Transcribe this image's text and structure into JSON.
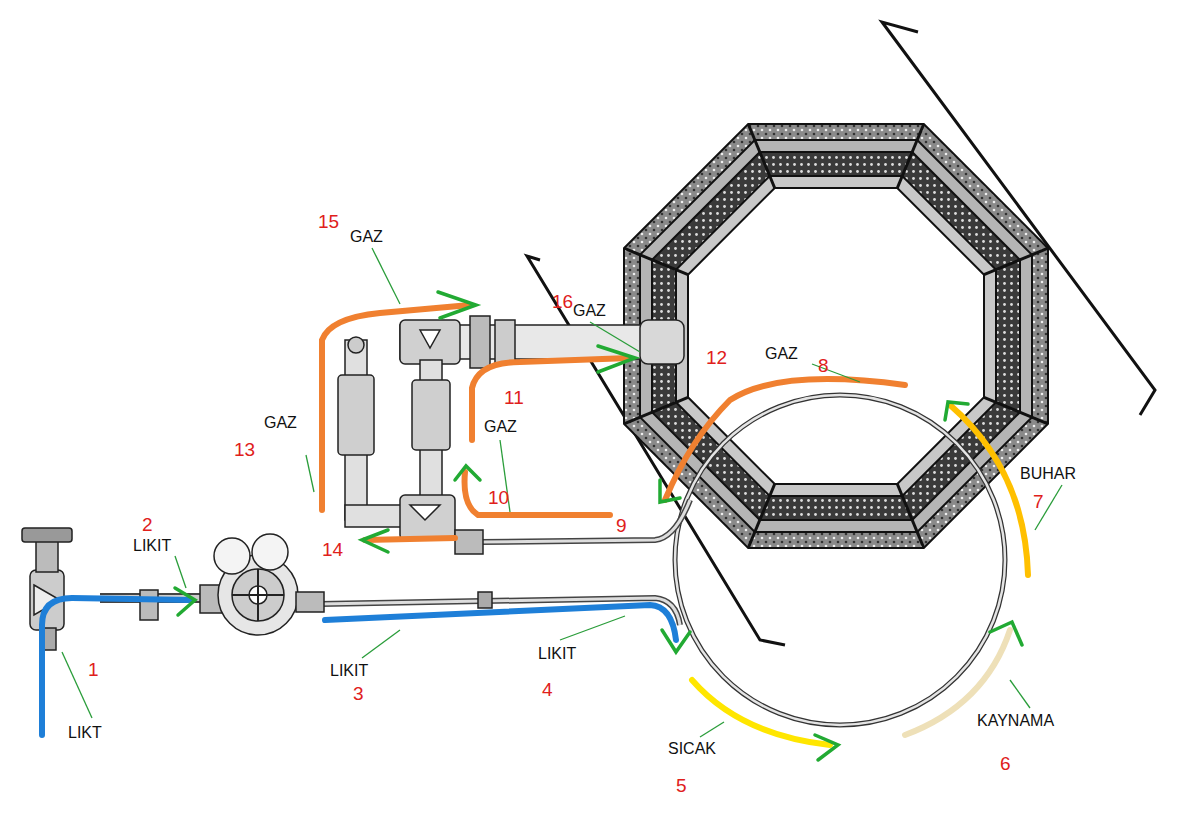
{
  "diagram": {
    "labels": [
      "15",
      "GAZ",
      "16",
      "GAZ",
      "12",
      "GAZ",
      "8",
      "11",
      "GAZ",
      "13",
      "GAZ",
      "BUHAR",
      "7",
      "2",
      "LIKIT",
      "10",
      "9",
      "14",
      "LIKIT",
      "3",
      "LIKIT",
      "4",
      "1",
      "LIKT",
      "SICAK",
      "KAYNAMA",
      "5",
      "6"
    ]
  }
}
